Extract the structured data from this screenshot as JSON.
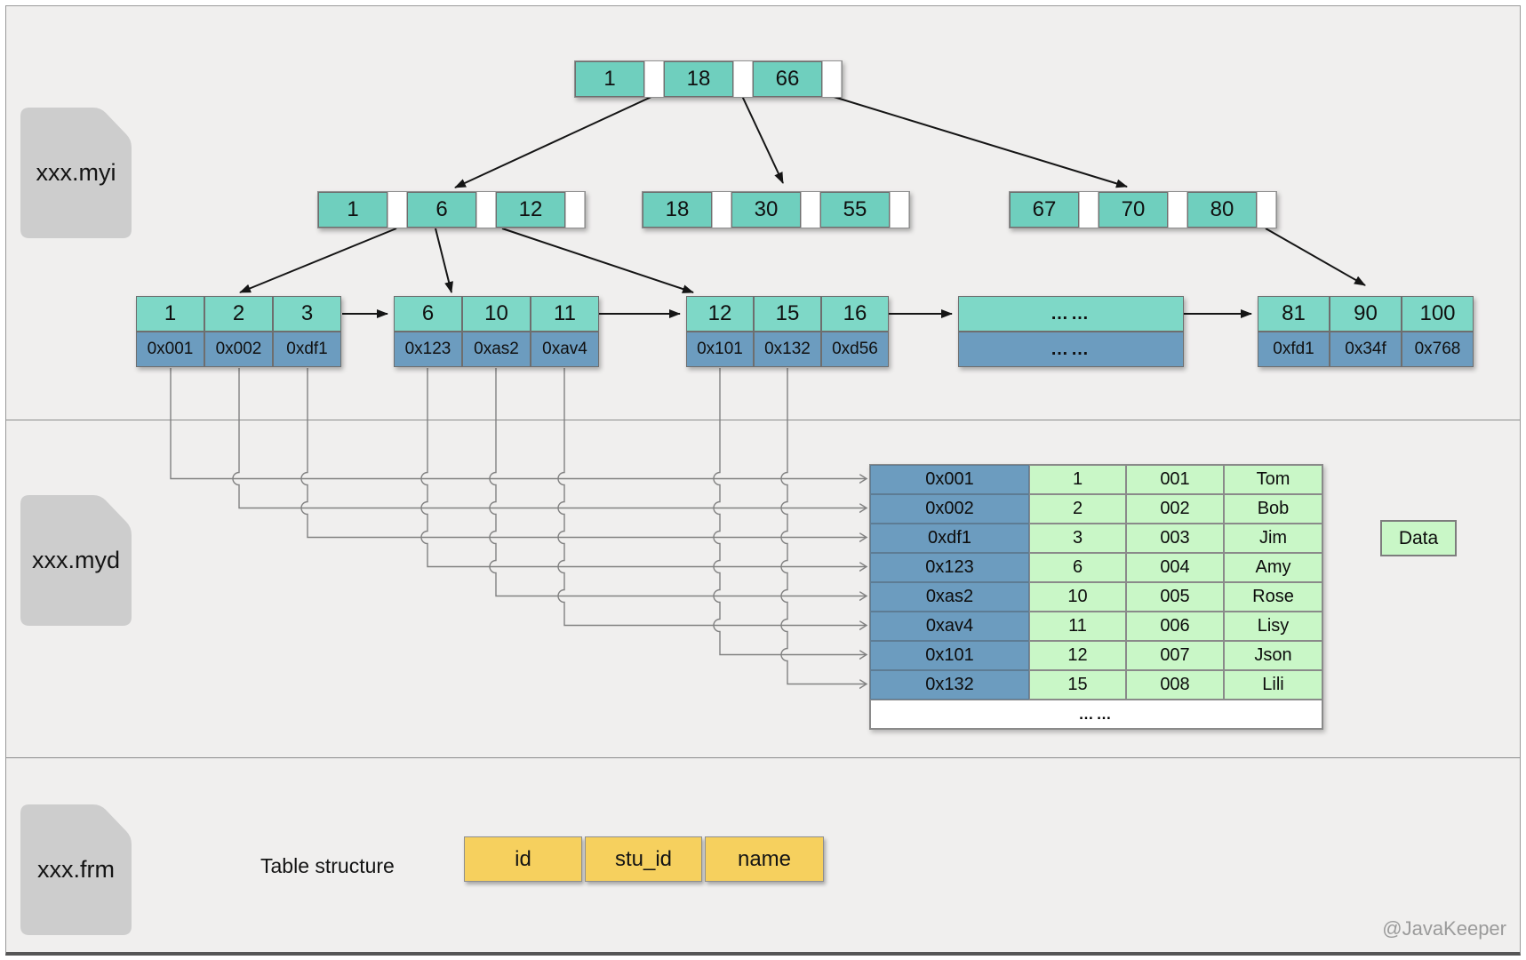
{
  "files": [
    {
      "label": "xxx.myi"
    },
    {
      "label": "xxx.myd"
    },
    {
      "label": "xxx.frm"
    }
  ],
  "tree": {
    "root": {
      "keys": [
        "1",
        "18",
        "66"
      ]
    },
    "internal": [
      {
        "keys": [
          "1",
          "6",
          "12"
        ]
      },
      {
        "keys": [
          "18",
          "30",
          "55"
        ]
      },
      {
        "keys": [
          "67",
          "70",
          "80"
        ]
      }
    ],
    "leaves": [
      {
        "keys": [
          "1",
          "2",
          "3"
        ],
        "addrs": [
          "0x001",
          "0x002",
          "0xdf1"
        ]
      },
      {
        "keys": [
          "6",
          "10",
          "11"
        ],
        "addrs": [
          "0x123",
          "0xas2",
          "0xav4"
        ]
      },
      {
        "keys": [
          "12",
          "15",
          "16"
        ],
        "addrs": [
          "0x101",
          "0x132",
          "0xd56"
        ]
      },
      {
        "keys": [
          "……"
        ],
        "addrs": [
          "……"
        ],
        "wide": true
      },
      {
        "keys": [
          "81",
          "90",
          "100"
        ],
        "addrs": [
          "0xfd1",
          "0x34f",
          "0x768"
        ]
      }
    ]
  },
  "data_table": {
    "rows": [
      {
        "addr": "0x001",
        "id": "1",
        "stu_id": "001",
        "name": "Tom"
      },
      {
        "addr": "0x002",
        "id": "2",
        "stu_id": "002",
        "name": "Bob"
      },
      {
        "addr": "0xdf1",
        "id": "3",
        "stu_id": "003",
        "name": "Jim"
      },
      {
        "addr": "0x123",
        "id": "6",
        "stu_id": "004",
        "name": "Amy"
      },
      {
        "addr": "0xas2",
        "id": "10",
        "stu_id": "005",
        "name": "Rose"
      },
      {
        "addr": "0xav4",
        "id": "11",
        "stu_id": "006",
        "name": "Lisy"
      },
      {
        "addr": "0x101",
        "id": "12",
        "stu_id": "007",
        "name": "Json"
      },
      {
        "addr": "0x132",
        "id": "15",
        "stu_id": "008",
        "name": "Lili"
      }
    ],
    "ellipsis": "……"
  },
  "legend": {
    "label": "Data"
  },
  "table_structure": {
    "label": "Table structure",
    "columns": [
      "id",
      "stu_id",
      "name"
    ]
  },
  "watermark": "@JavaKeeper",
  "colors": {
    "teal": "#6fcfbe",
    "teal_light": "#7ed8c7",
    "steel_blue": "#6c9cbf",
    "green": "#c9f7c7",
    "yellow": "#f6d05e",
    "icon_gray": "#cdcdcd",
    "background": "#f0efee"
  }
}
